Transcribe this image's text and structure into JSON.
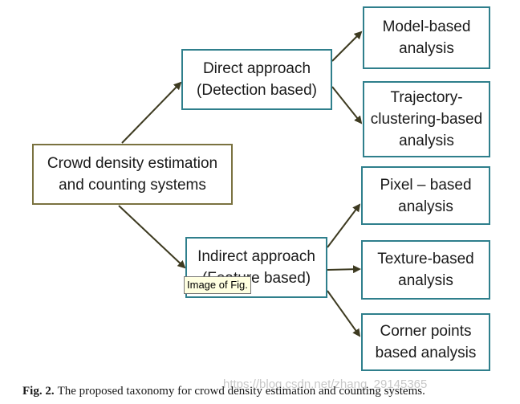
{
  "nodes": {
    "root": {
      "line1": "Crowd density estimation",
      "line2": "and counting systems"
    },
    "direct": {
      "line1": "Direct approach",
      "line2": "(Detection based)"
    },
    "indirect": {
      "line1": "Indirect approach",
      "line2": "(Feature based)"
    },
    "model": {
      "line1": "Model-based",
      "line2": "analysis"
    },
    "trajectory": {
      "line1": "Trajectory-",
      "line2": "clustering-based",
      "line3": "analysis"
    },
    "pixel": {
      "line1": "Pixel – based",
      "line2": "analysis"
    },
    "texture": {
      "line1": "Texture-based",
      "line2": "analysis"
    },
    "corner": {
      "line1": "Corner points",
      "line2": "based analysis"
    }
  },
  "tooltip": "Image of Fig.",
  "caption": {
    "label": "Fig. 2.",
    "text": "The proposed taxonomy for crowd density estimation and counting systems."
  },
  "watermark": "https://blog.csdn.net/zhang_29145365",
  "colors": {
    "teal_border": "#2f7f8c",
    "olive_border": "#7a7240",
    "arrow": "#3d3a20"
  }
}
